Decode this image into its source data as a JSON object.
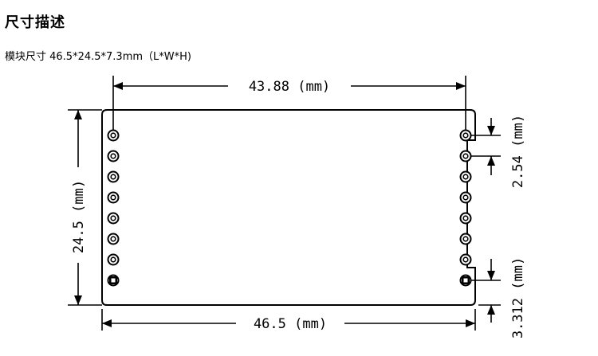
{
  "section": {
    "title": "尺寸描述",
    "subtitle": "模块尺寸 46.5*24.5*7.3mm（L*W*H)"
  },
  "dimensions": {
    "top_width": "43.88 (mm)",
    "bottom_width": "46.5 (mm)",
    "height": "24.5 (mm)",
    "pitch": "2.54 (mm)",
    "offset": "3.312 (mm)"
  },
  "pins": {
    "per_side": 8,
    "pitch_mm": 2.54
  }
}
